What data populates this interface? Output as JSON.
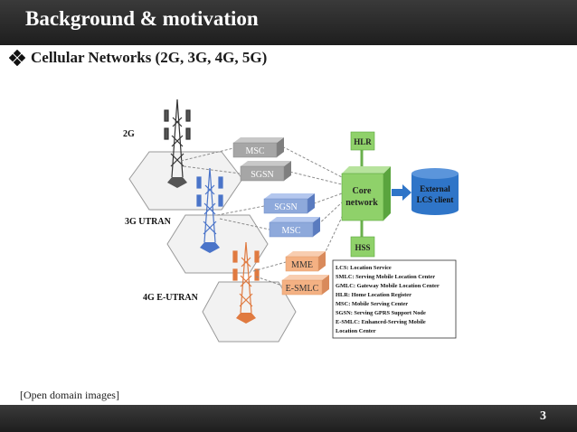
{
  "slide": {
    "title": "Background & motivation",
    "bullet": "Cellular Networks (2G, 3G, 4G, 5G)",
    "caption": "[Open domain images]",
    "page_number": "3"
  },
  "diagram": {
    "generations": {
      "g2": "2G",
      "g3": "3G UTRAN",
      "g4": "4G E-UTRAN"
    },
    "nodes": {
      "msc_2g": "MSC",
      "sgsn_2g": "SGSN",
      "sgsn_3g": "SGSN",
      "msc_3g": "MSC",
      "mme": "MME",
      "esmlc": "E-SMLC",
      "hlr": "HLR",
      "core_line1": "Core",
      "core_line2": "network",
      "hss": "HSS",
      "ext_line1": "External",
      "ext_line2": "LCS client"
    },
    "legend": [
      "LCS: Location Service",
      "SMLC: Serving Mobile Location Center",
      "GMLC: Gateway Mobile Location Center",
      "HLR: Home Location Register",
      "MSC: Mobile Serving Center",
      "SGSN: Serving GPRS Support Node",
      "E-SMLC: Enhanced-Serving Mobile",
      "Location Center"
    ],
    "colors": {
      "gray_node": "#a6a6a6",
      "blue_node": "#8ea9db",
      "orange_node": "#f4b183",
      "green_node": "#8fd16a",
      "blue_cylinder": "#2f75c8"
    }
  }
}
